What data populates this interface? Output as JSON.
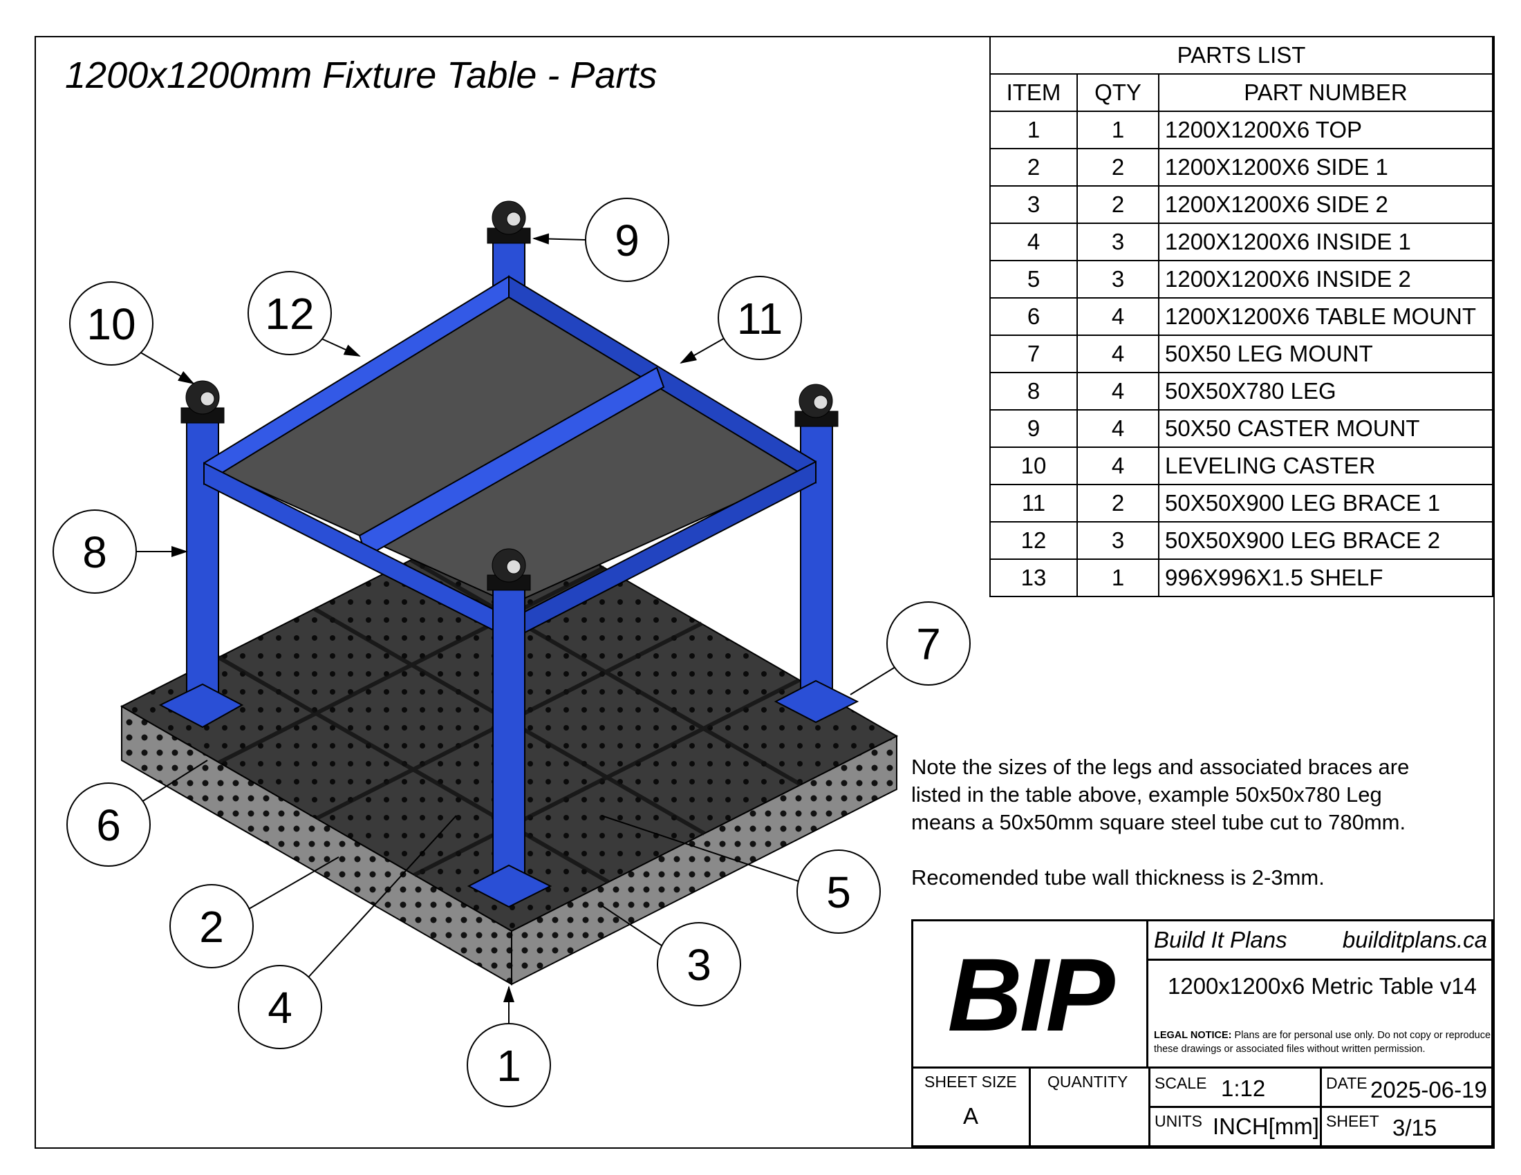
{
  "title": "1200x1200mm Fixture Table - Parts",
  "parts_list": {
    "title": "PARTS LIST",
    "headers": [
      "ITEM",
      "QTY",
      "PART NUMBER"
    ],
    "rows": [
      [
        "1",
        "1",
        "1200X1200X6 TOP"
      ],
      [
        "2",
        "2",
        "1200X1200X6 SIDE 1"
      ],
      [
        "3",
        "2",
        "1200X1200X6 SIDE 2"
      ],
      [
        "4",
        "3",
        "1200X1200X6 INSIDE 1"
      ],
      [
        "5",
        "3",
        "1200X1200X6 INSIDE 2"
      ],
      [
        "6",
        "4",
        "1200X1200X6 TABLE MOUNT"
      ],
      [
        "7",
        "4",
        "50X50 LEG MOUNT"
      ],
      [
        "8",
        "4",
        "50X50X780 LEG"
      ],
      [
        "9",
        "4",
        "50X50 CASTER MOUNT"
      ],
      [
        "10",
        "4",
        "LEVELING CASTER"
      ],
      [
        "11",
        "2",
        "50X50X900 LEG BRACE 1"
      ],
      [
        "12",
        "3",
        "50X50X900 LEG BRACE 2"
      ],
      [
        "13",
        "1",
        "996X996X1.5 SHELF"
      ]
    ]
  },
  "note": {
    "lines": [
      "Note the sizes of the legs and associated braces are",
      "listed in the table above, example 50x50x780 Leg",
      "means a 50x50mm square steel tube cut to 780mm."
    ],
    "recommendation": "Recomended tube wall thickness is 2-3mm."
  },
  "balloons": [
    "1",
    "2",
    "3",
    "4",
    "5",
    "6",
    "7",
    "8",
    "9",
    "10",
    "11",
    "12"
  ],
  "title_block": {
    "logo": "BIP",
    "company": "Build It Plans",
    "website": "builditplans.ca",
    "drawing_title": "1200x1200x6 Metric Table v14",
    "legal_label": "LEGAL NOTICE:",
    "legal_text": " Plans are for personal use only. Do not copy or reproduce these drawings or associated files without written permission.",
    "sheet_size_label": "SHEET SIZE",
    "sheet_size": "A",
    "quantity_label": "QUANTITY",
    "scale_label": "SCALE",
    "scale": "1:12",
    "date_label": "DATE",
    "date": "2025-06-19",
    "units_label": "UNITS",
    "units": "INCH[mm]",
    "sheet_label": "SHEET",
    "sheet": "3/15"
  },
  "colors": {
    "frame_blue": "#2a4fd6",
    "shelf": "#505050",
    "base": "#6e6e6e"
  }
}
